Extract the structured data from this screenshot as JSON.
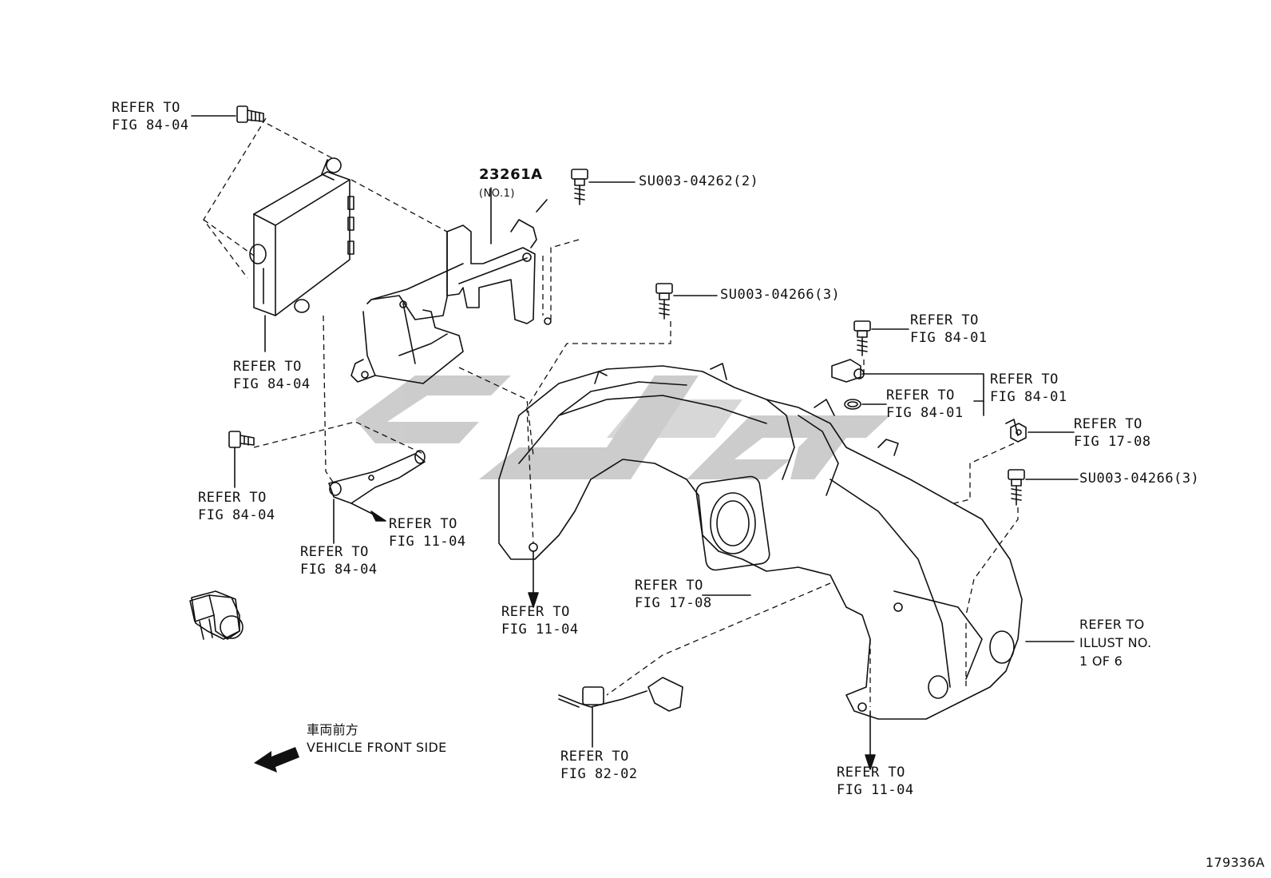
{
  "labels": {
    "refer_84_04_top": [
      "REFER TO",
      "FIG 84-04"
    ],
    "refer_84_04_ecu": [
      "REFER TO",
      "FIG 84-04"
    ],
    "refer_84_04_bolt_left": [
      "REFER TO",
      "FIG 84-04"
    ],
    "refer_84_04_clamp": [
      "REFER TO",
      "FIG 84-04"
    ],
    "refer_11_04_clamp": [
      "REFER TO",
      "FIG 11-04"
    ],
    "refer_11_04_manifold": [
      "REFER TO",
      "FIG 11-04"
    ],
    "refer_11_04_bottom": [
      "REFER TO",
      "FIG 11-04"
    ],
    "refer_84_01_bolt": [
      "REFER TO",
      "FIG 84-01"
    ],
    "refer_84_01_sensor": [
      "REFER TO",
      "FIG 84-01"
    ],
    "refer_84_01_oring": [
      "REFER TO",
      "FIG 84-01"
    ],
    "refer_17_08_nut": [
      "REFER TO",
      "FIG 17-08"
    ],
    "refer_17_08_vsv": [
      "REFER TO",
      "FIG 17-08"
    ],
    "refer_82_02": [
      "REFER TO",
      "FIG 82-02"
    ],
    "refer_illust": [
      "REFER TO",
      "ILLUST NO.",
      "1 OF 6"
    ],
    "su_04262": "SU003-04262(2)",
    "su_04266_top": "SU003-04266(3)",
    "su_04266_right": "SU003-04266(3)",
    "part_number": "23261A",
    "part_sub": "(NO.1)",
    "front_jp": "車両前方",
    "front_en": "VEHICLE FRONT SIDE",
    "illustration_id": "179336A"
  },
  "colors": {
    "line": "#111111",
    "watermark": "#bdbdbd"
  }
}
